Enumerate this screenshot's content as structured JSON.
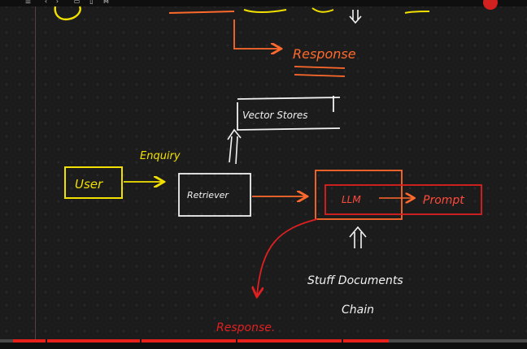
{
  "whiteboard": {
    "top_label": "Response",
    "user_label": "User",
    "enquiry_label": "Enquiry",
    "retriever_label": "Retriever",
    "vector_stores_label": "Vector Stores",
    "llm_label": "LLM",
    "prompt_label": "Prompt",
    "stuff_documents_label": "Stuff Documents",
    "chain_label": "Chain",
    "bottom_response_label": "Response."
  },
  "player": {
    "progress_fraction": 0.75
  },
  "colors": {
    "orange": "#ff6a2c",
    "yellow": "#f2e000",
    "red": "#e02020",
    "white": "#f2f2f2",
    "background": "#1c1c1d"
  },
  "icons": [
    "menu-icon",
    "back-icon",
    "forward-icon",
    "lock-icon",
    "page-icon",
    "mail-icon",
    "record-icon"
  ]
}
